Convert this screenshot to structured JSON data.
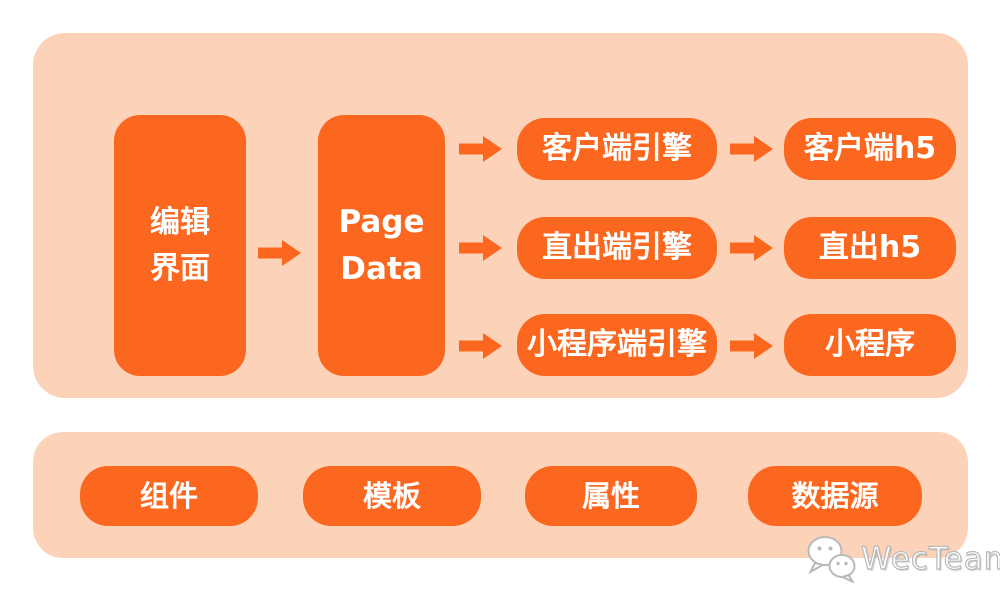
{
  "colors": {
    "accent_orange": "#FB671E",
    "panel_peach": "#FCD3B9",
    "page_background": "#FFFFFF",
    "watermark_gray": "#B9B9B9"
  },
  "top_panel": {
    "editor_box": {
      "line1": "编辑",
      "line2": "界面"
    },
    "page_data_box": {
      "line1": "Page",
      "line2": "Data"
    },
    "rows": [
      {
        "engine_label": "客户端引擎",
        "output_label": "客户端h5"
      },
      {
        "engine_label": "直出端引擎",
        "output_label": "直出h5"
      },
      {
        "engine_label": "小程序端引擎",
        "output_label": "小程序"
      }
    ]
  },
  "bottom_panel": {
    "items": [
      "组件",
      "模板",
      "属性",
      "数据源"
    ]
  },
  "watermark": {
    "label": "WecTeam",
    "icon": "wechat-logo-icon"
  }
}
